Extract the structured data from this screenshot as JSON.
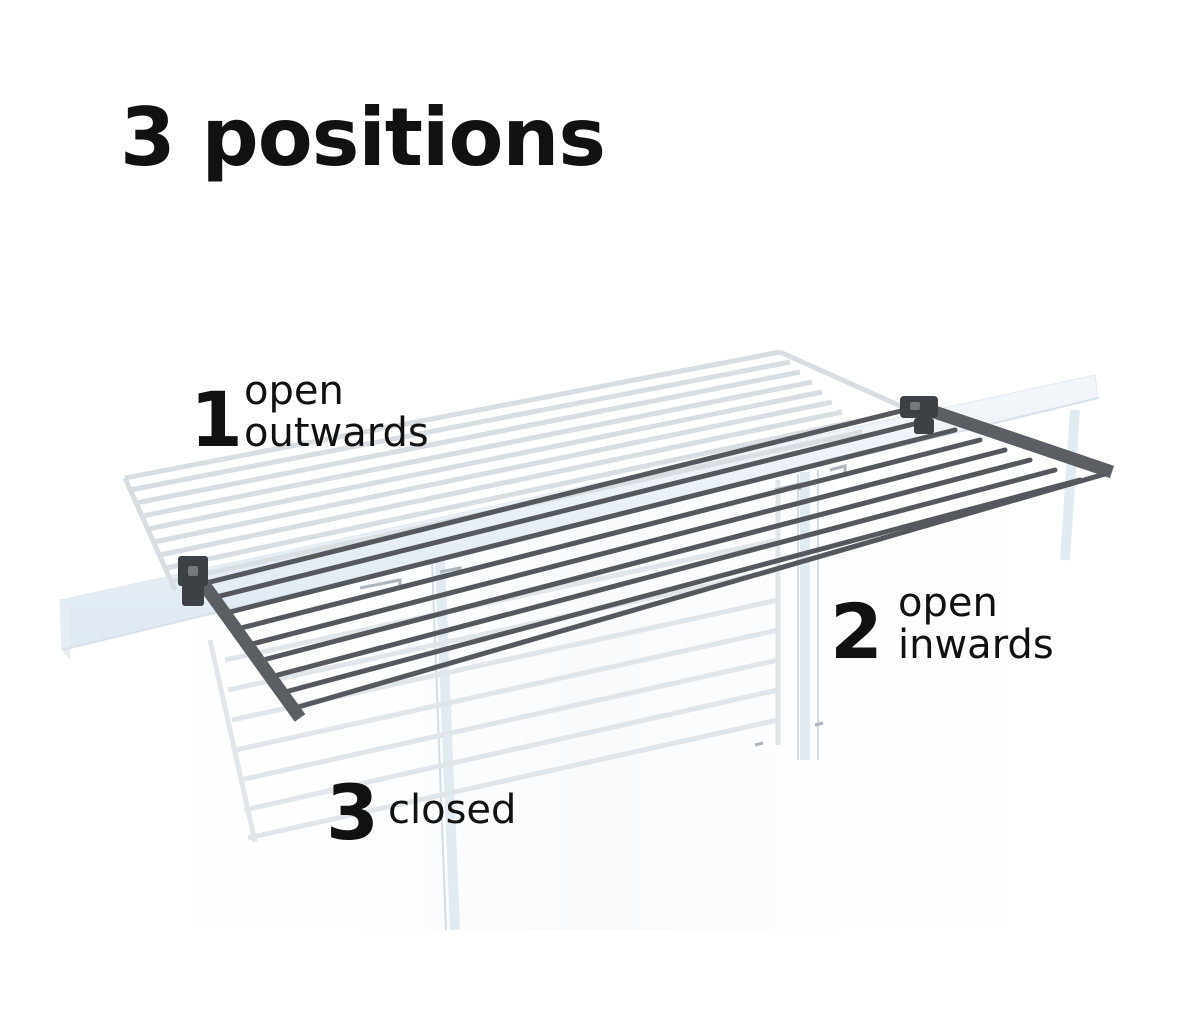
{
  "title": "3 positions",
  "positions": [
    {
      "number": "1",
      "line1": "open",
      "line2": "outwards"
    },
    {
      "number": "2",
      "line1": "open",
      "line2": "inwards"
    },
    {
      "number": "3",
      "line1": "closed",
      "line2": ""
    }
  ],
  "colors": {
    "text": "#111111",
    "rack_dark": "#55595e",
    "rack_ghost": "#d8dde2",
    "railing": "#e9f0f6"
  },
  "illustration": "balcony-drying-rack-icon"
}
